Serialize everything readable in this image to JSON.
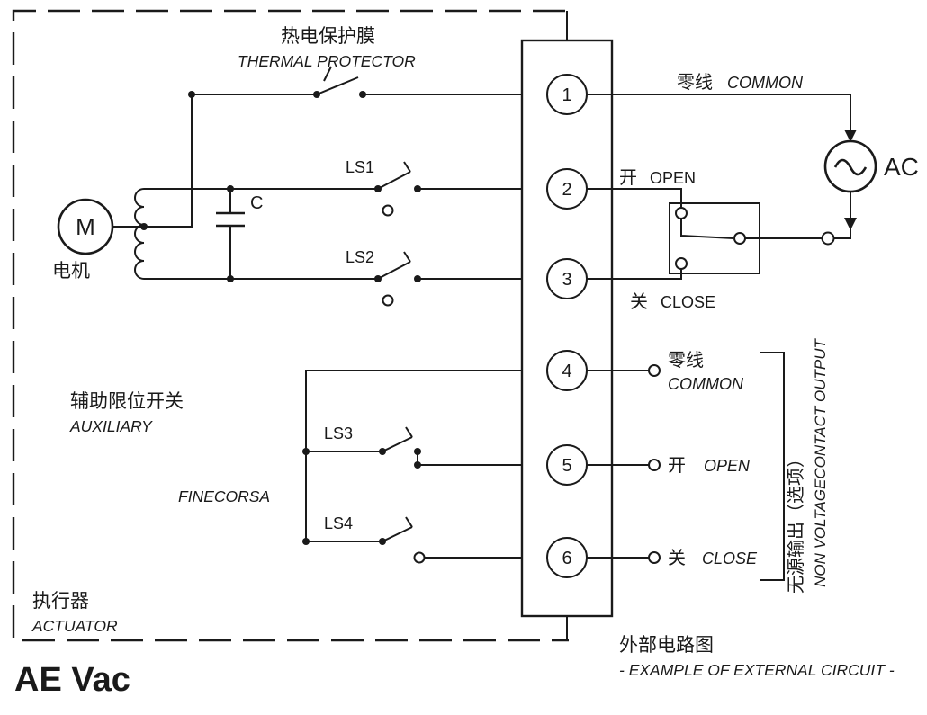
{
  "brand": "AE Vac",
  "diagram": {
    "thermal_protector": {
      "zh": "热电保护膜",
      "en": "THERMAL PROTECTOR"
    },
    "motor": {
      "symbol": "M",
      "zh": "电机"
    },
    "capacitor": "C",
    "switches": {
      "ls1": "LS1",
      "ls2": "LS2",
      "ls3": "LS3",
      "ls4": "LS4"
    },
    "auxiliary": {
      "zh": "辅助限位开关",
      "en": "AUXILIARY"
    },
    "finecorsa": "FINECORSA",
    "actuator": {
      "zh": "执行器",
      "en": "ACTUATOR"
    },
    "terminals": [
      "1",
      "2",
      "3",
      "4",
      "5",
      "6"
    ],
    "line_labels": {
      "common_top": {
        "zh": "零线",
        "en": "COMMON"
      },
      "open_top": {
        "zh": "开",
        "en": "OPEN"
      },
      "close_top": {
        "zh": "关",
        "en": "CLOSE"
      },
      "common_bottom": {
        "zh": "零线",
        "en": "COMMON"
      },
      "open_bottom": {
        "zh": "开",
        "en": "OPEN"
      },
      "close_bottom": {
        "zh": "关",
        "en": "CLOSE"
      }
    },
    "ac_source": "AC",
    "non_voltage_output": {
      "zh": "无源输出（选项）",
      "en": "NON VOLTAGECONTACT OUTPUT"
    },
    "external_circuit": {
      "zh": "外部电路图",
      "en": "- EXAMPLE OF EXTERNAL CIRCUIT -"
    }
  },
  "colors": {
    "line": "#1a1a1a",
    "background": "#ffffff"
  }
}
